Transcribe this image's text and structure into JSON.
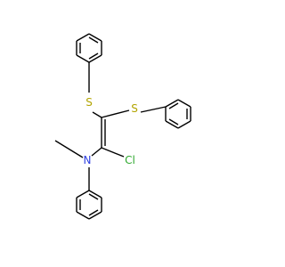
{
  "molecule": {
    "atoms": {
      "s_upper": "S",
      "s_right": "S",
      "cl": "Cl",
      "n": "N"
    },
    "colors": {
      "bond": "#000000",
      "sulfur": "#b2a400",
      "chlorine": "#2ea82e",
      "nitrogen": "#2d3fe0",
      "background": "#ffffff"
    }
  }
}
